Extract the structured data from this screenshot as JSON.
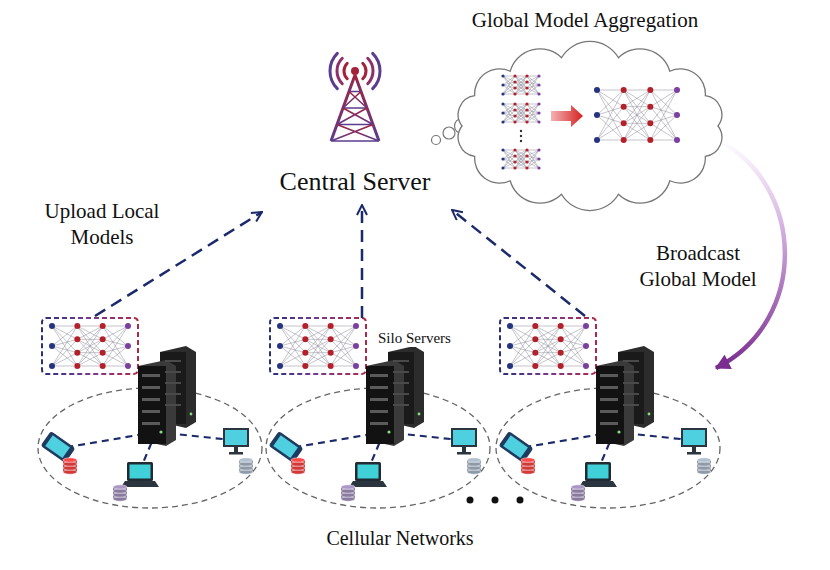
{
  "diagram": {
    "nodes": [
      {
        "text": [
          "Central Server"
        ]
      },
      {
        "text": [
          "Global Model Aggregation"
        ]
      },
      {
        "text": [
          "Silo Servers"
        ]
      }
    ],
    "edges": [
      {
        "from": 2,
        "to": 0,
        "arrow": "to"
      }
    ],
    "labels": [
      "Upload Local Models",
      "Broadcast Global Model",
      "Cellular Networks"
    ]
  }
}
